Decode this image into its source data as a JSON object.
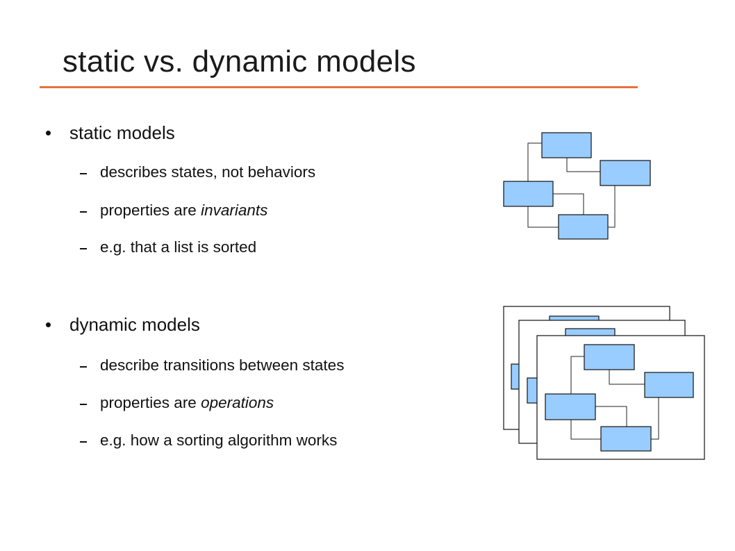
{
  "slide": {
    "title": "static vs. dynamic models",
    "accent_color": "#e8703f",
    "box_fill": "#99ccff"
  },
  "static_section": {
    "heading": "static models",
    "items": [
      {
        "pre": "describes states, not behaviors",
        "em": "",
        "post": ""
      },
      {
        "pre": "properties are ",
        "em": "invariants",
        "post": ""
      },
      {
        "pre": "e.g. that a list is sorted",
        "em": "",
        "post": ""
      }
    ]
  },
  "dynamic_section": {
    "heading": "dynamic models",
    "items": [
      {
        "pre": "describe transitions between states",
        "em": "",
        "post": ""
      },
      {
        "pre": "properties are ",
        "em": "operations",
        "post": ""
      },
      {
        "pre": "e.g. how a sorting algorithm works",
        "em": "",
        "post": ""
      }
    ]
  }
}
